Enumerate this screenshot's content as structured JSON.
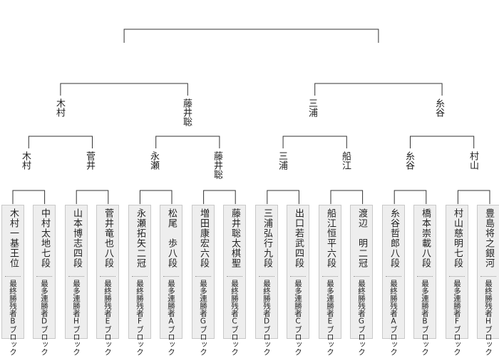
{
  "round3": [
    {
      "name": "木村"
    },
    {
      "name": "藤井聡"
    },
    {
      "name": "三浦"
    },
    {
      "name": "糸谷"
    }
  ],
  "round2": [
    {
      "name": "木村"
    },
    {
      "name": "菅井"
    },
    {
      "name": "永瀬"
    },
    {
      "name": "藤井聡"
    },
    {
      "name": "三浦"
    },
    {
      "name": "船江"
    },
    {
      "name": "糸谷"
    },
    {
      "name": "村山"
    }
  ],
  "players": [
    {
      "name": "木村一基王位",
      "note": "最終勝残者Bブロック"
    },
    {
      "name": "中村太地七段",
      "note": "最多連勝者Dブロック"
    },
    {
      "name": "山本博志四段",
      "note": "最多連勝者Hブロック"
    },
    {
      "name": "菅井竜也八段",
      "note": "最終勝残者Eブロック"
    },
    {
      "name": "永瀬拓矢二冠",
      "note": "最終勝残者Fブロック"
    },
    {
      "name": "松尾　歩八段",
      "note": "最多連勝者Aブロック"
    },
    {
      "name": "増田康宏六段",
      "note": "最多連勝者Gブロック"
    },
    {
      "name": "藤井聡太棋聖",
      "note": "最終勝残者Cブロック"
    },
    {
      "name": "三浦弘行九段",
      "note": "最終勝残者Dブロック"
    },
    {
      "name": "出口若武四段",
      "note": "最多連勝者Cブロック"
    },
    {
      "name": "船江恒平六段",
      "note": "最多連勝者Eブロック"
    },
    {
      "name": "渡辺　明二冠",
      "note": "最終勝残者Gブロック"
    },
    {
      "name": "糸谷哲郎八段",
      "note": "最終勝残者Aブロック"
    },
    {
      "name": "橋本崇載八段",
      "note": "最多連勝者Bブロック"
    },
    {
      "name": "村山慈明七段",
      "note": "最多連勝者Fブロック"
    },
    {
      "name": "豊島将之銀河",
      "note": "最終勝残者Hブロック"
    }
  ],
  "colors": {
    "line": "#333333",
    "box": "#eeeeee",
    "box_border": "#c8c8c8"
  }
}
